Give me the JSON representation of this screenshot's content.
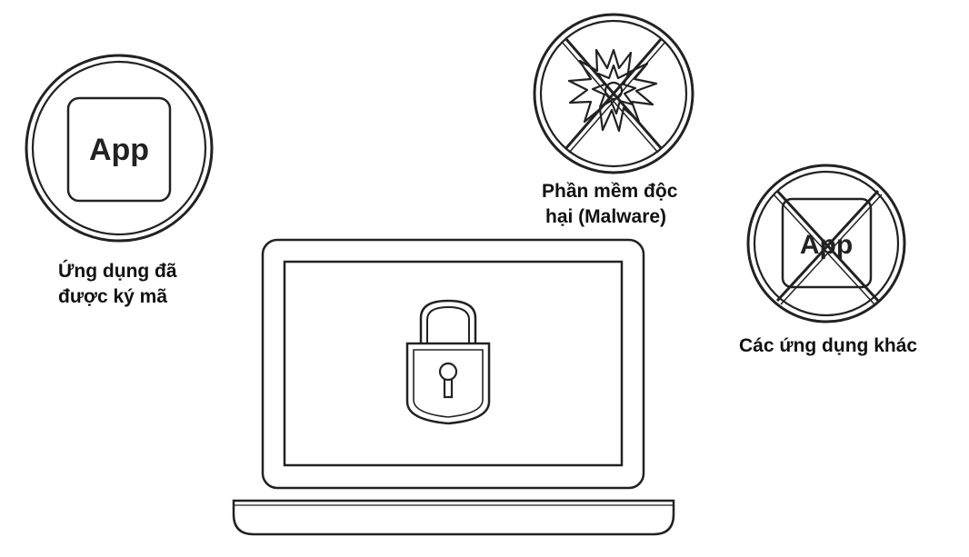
{
  "signed_app": {
    "icon_text": "App",
    "label_line1": "Ứng dụng đã",
    "label_line2": "được ký mã"
  },
  "malware": {
    "label_line1": "Phần mềm độc",
    "label_line2": "hại (Malware)",
    "icon": "malware-burst-icon",
    "blocked": true
  },
  "other_apps": {
    "icon_text": "App",
    "label": "Các ứng dụng khác",
    "blocked": true
  },
  "laptop": {
    "screen_icon": "padlock-icon"
  },
  "colors": {
    "stroke": "#222222",
    "text": "#111111",
    "background": "#ffffff"
  }
}
